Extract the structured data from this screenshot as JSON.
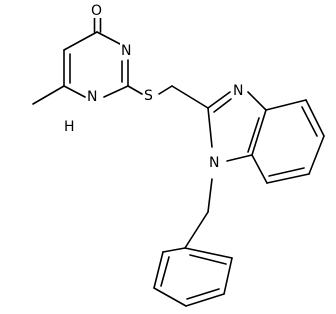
{
  "structure": {
    "atoms": {
      "oxygen": "O",
      "pyrimidine_n3": "N",
      "pyrimidine_n1h": "N",
      "pyrimidine_n1h_h": "H",
      "sulfur": "S",
      "imidazole_n3": "N",
      "imidazole_n1": "N"
    }
  }
}
